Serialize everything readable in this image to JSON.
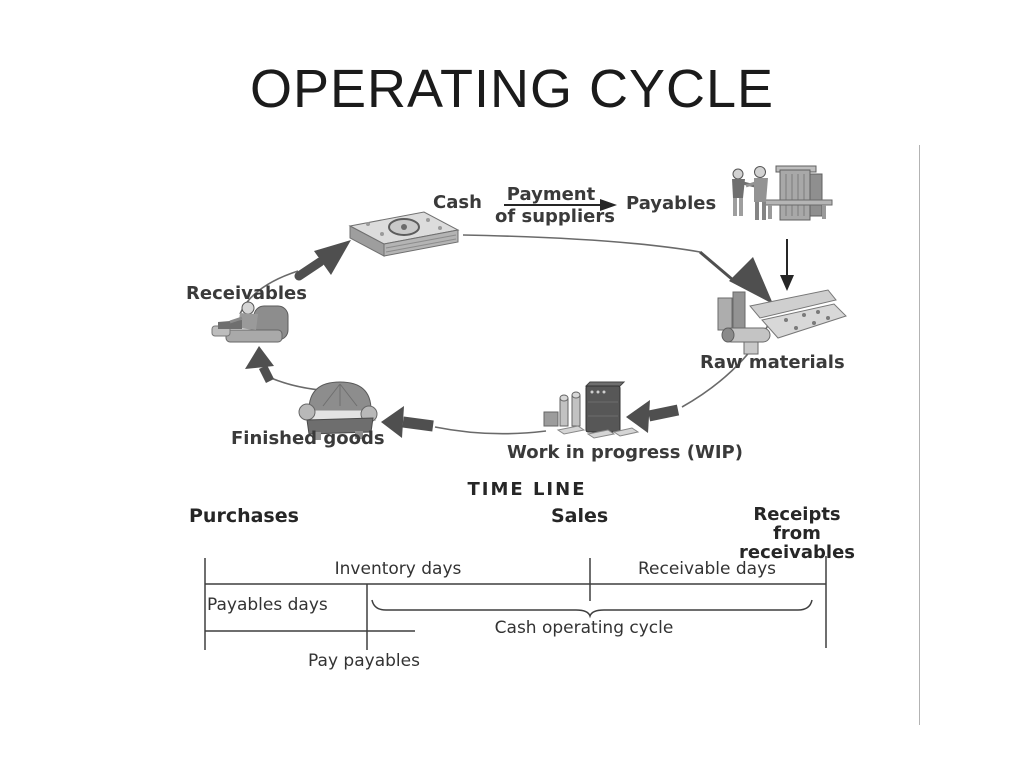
{
  "slide": {
    "title": "OPERATING CYCLE"
  },
  "diagram": {
    "nodes": {
      "cash": "Cash",
      "payables": "Payables",
      "raw_materials": "Raw materials",
      "wip": "Work in progress (WIP)",
      "finished_goods": "Finished goods",
      "receivables": "Receivables"
    },
    "payment_label": {
      "line1": "Payment",
      "line2": "of suppliers"
    },
    "icons": [
      "money-stack-icon",
      "suppliers-icon",
      "raw-materials-icon",
      "wip-machine-icon",
      "finished-goods-chair-icon",
      "receivables-person-icon"
    ]
  },
  "timeline": {
    "title": "TIME LINE",
    "events": {
      "purchases": "Purchases",
      "sales": "Sales",
      "receipts_line1": "Receipts",
      "receipts_line2": "from",
      "receipts_line3": "receivables"
    },
    "spans": {
      "inventory_days": "Inventory days",
      "receivable_days": "Receivable days",
      "payables_days": "Payables days",
      "cash_operating_cycle": "Cash operating cycle",
      "pay_payables": "Pay payables"
    }
  },
  "colors": {
    "accent_line": "#b3b3b3",
    "diagram_ink": "#3a3a3a",
    "timeline_ink": "#262626",
    "arrow_dark": "#4f4f4f",
    "arc_gray": "#6a6a6a"
  }
}
